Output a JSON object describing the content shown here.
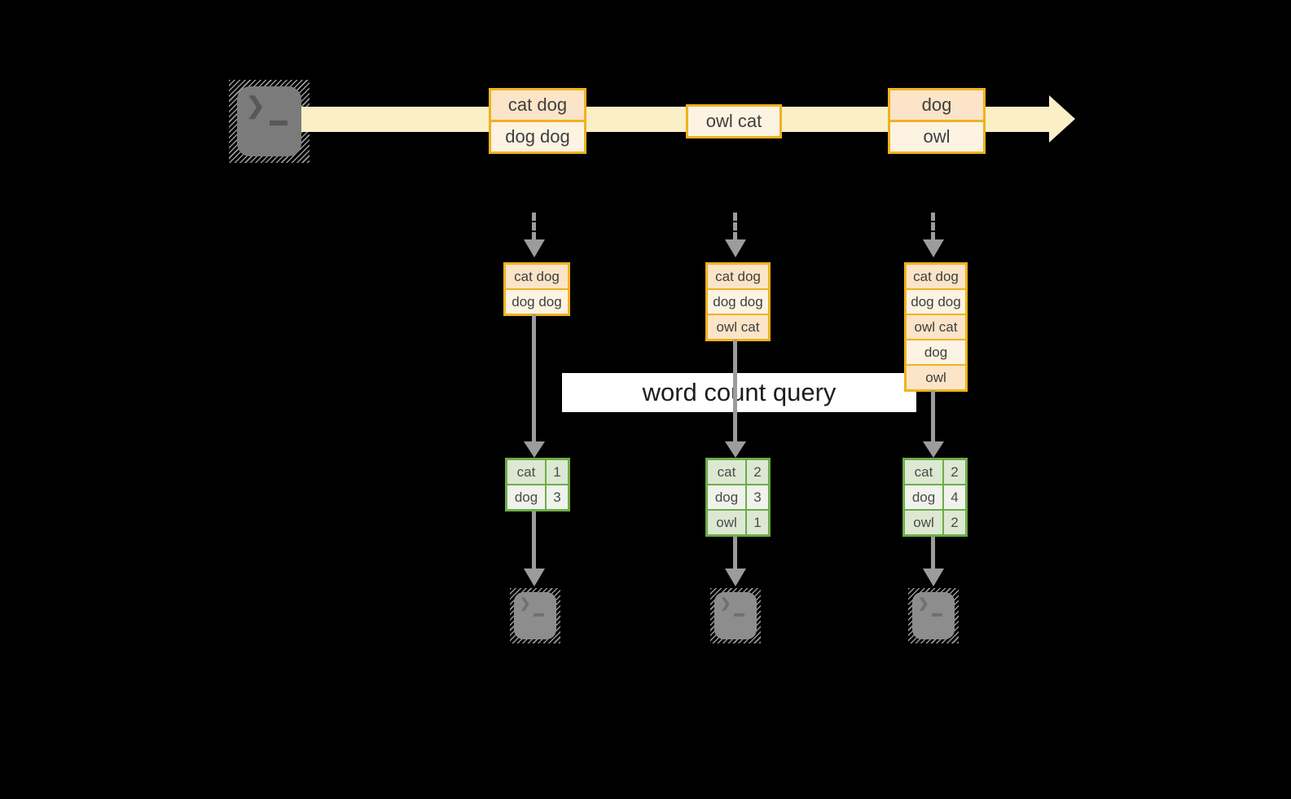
{
  "diagram": {
    "query_label": "word count query",
    "stream_batches": [
      {
        "lines": [
          "cat dog",
          "dog dog"
        ]
      },
      {
        "lines": [
          "owl cat"
        ]
      },
      {
        "lines": [
          "dog",
          "owl"
        ]
      }
    ],
    "snapshots": [
      {
        "buffer": [
          "cat dog",
          "dog dog"
        ],
        "counts": [
          {
            "word": "cat",
            "count": "1"
          },
          {
            "word": "dog",
            "count": "3"
          }
        ]
      },
      {
        "buffer": [
          "cat dog",
          "dog dog",
          "owl cat"
        ],
        "counts": [
          {
            "word": "cat",
            "count": "2"
          },
          {
            "word": "dog",
            "count": "3"
          },
          {
            "word": "owl",
            "count": "1"
          }
        ]
      },
      {
        "buffer": [
          "cat dog",
          "dog dog",
          "owl cat",
          "dog",
          "owl"
        ],
        "counts": [
          {
            "word": "cat",
            "count": "2"
          },
          {
            "word": "dog",
            "count": "4"
          },
          {
            "word": "owl",
            "count": "2"
          }
        ]
      }
    ],
    "icons": {
      "terminal_prompt": "❯"
    },
    "colors": {
      "gold_border": "#EFB220",
      "peach_fill": "#FBE4C7",
      "cream_fill": "#FDF3E3",
      "stream_band": "#FAEFC6",
      "green_border": "#6FAB49",
      "green_row": "#DCE8D2",
      "green_row_alt": "#EFF3EB",
      "arrow_gray": "#9C9C9C",
      "text_dark": "#3F3F3F",
      "terminal_gray": "#7B7B7B",
      "terminal_gray_light": "#8D8D8D"
    }
  }
}
